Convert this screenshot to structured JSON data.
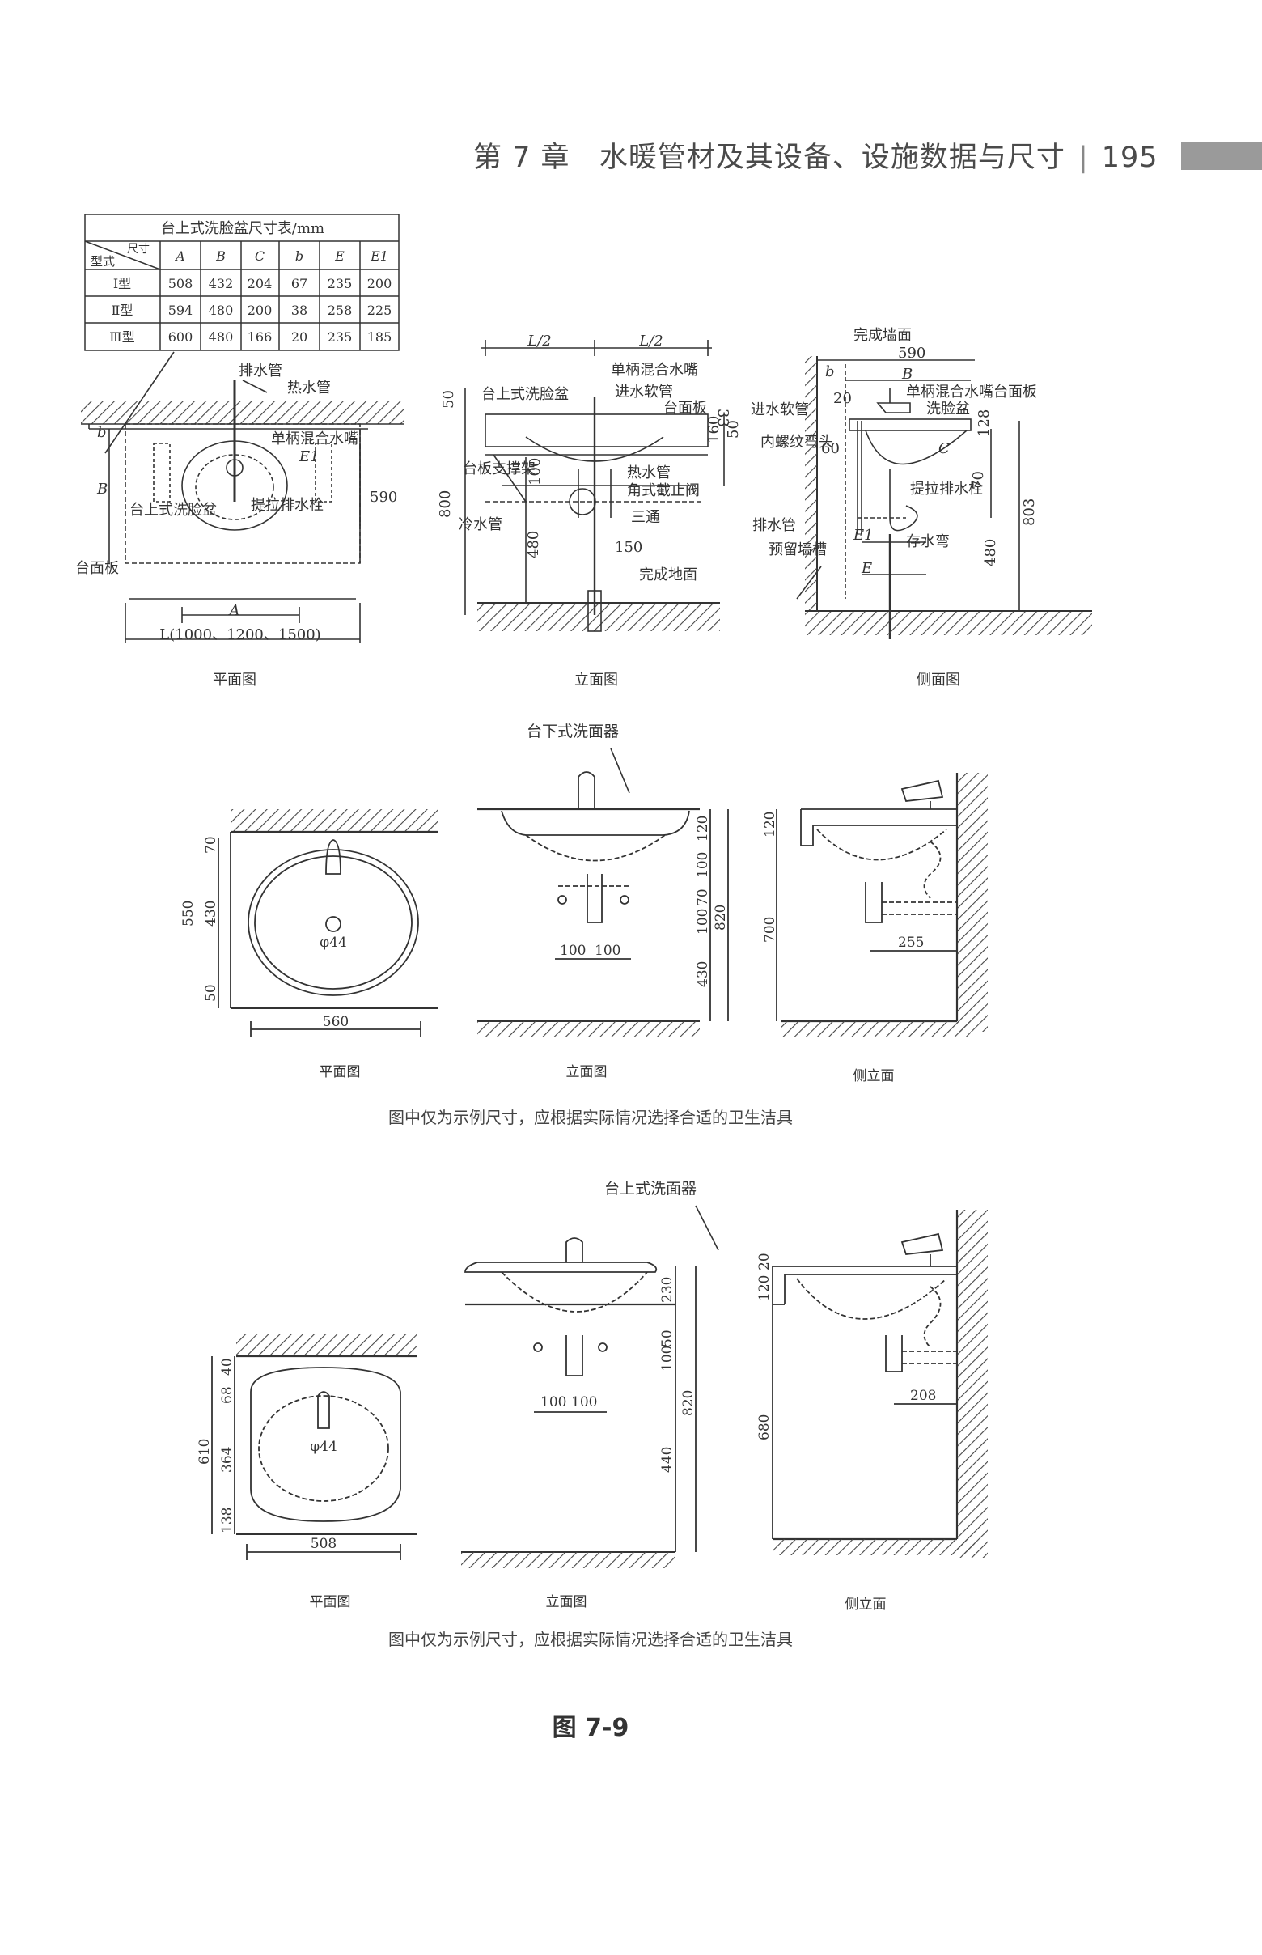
{
  "header": {
    "chapter": "第 7 章",
    "title": "水暖管材及其设备、设施数据与尺寸",
    "page": "195"
  },
  "table": {
    "title": "台上式洗脸盆尺寸表/mm",
    "corner_top": "尺寸",
    "corner_bottom": "型式",
    "columns": [
      "A",
      "B",
      "C",
      "b",
      "E",
      "E1"
    ],
    "rows": [
      {
        "type": "Ⅰ型",
        "values": [
          "508",
          "432",
          "204",
          "67",
          "235",
          "200"
        ]
      },
      {
        "type": "Ⅱ型",
        "values": [
          "594",
          "480",
          "200",
          "38",
          "258",
          "225"
        ]
      },
      {
        "type": "Ⅲ型",
        "values": [
          "600",
          "480",
          "166",
          "20",
          "235",
          "185"
        ]
      }
    ]
  },
  "fig1": {
    "plan": {
      "drain": "排水管",
      "hot": "热水管",
      "faucet": "单柄混合水嘴",
      "basin": "台上式洗脸盆",
      "plug": "提拉排水栓",
      "counter": "台面板",
      "dim_b": "b",
      "dim_B": "B",
      "dim_E1": "E1",
      "dim_590": "590",
      "dim_A": "A",
      "dim_L": "L(1000、1200、1500)",
      "caption": "平面图"
    },
    "elev": {
      "half1": "L/2",
      "half2": "L/2",
      "faucet": "单柄混合水嘴",
      "basin": "台上式洗脸盆",
      "hose": "进水软管",
      "counter": "台面板",
      "bracket": "台板支撑架",
      "hot": "热水管",
      "valve": "角式截止阀",
      "cold": "冷水管",
      "tee": "三通",
      "floor": "完成地面",
      "d50": "50",
      "d100": "100",
      "d800": "800",
      "d480": "480",
      "d150": "150",
      "d33": "33",
      "d160": "160",
      "d50b": "50",
      "caption": "立面图"
    },
    "side": {
      "wall": "完成墙面",
      "d590": "590",
      "b": "b",
      "B": "B",
      "faucet": "单柄混合水嘴台面板",
      "basin": "洗脸盆",
      "hose": "进水软管",
      "elbow": "内螺纹弯头",
      "plug": "提拉排水栓",
      "drain": "排水管",
      "trap": "存水弯",
      "groove": "预留墙槽",
      "E1": "E1",
      "E": "E",
      "C": "C",
      "d20": "20",
      "d60": "60",
      "d128": "128",
      "d70": "70",
      "d480": "480",
      "d803": "803",
      "caption": "侧面图"
    }
  },
  "fig2": {
    "label": "台下式洗面器",
    "plan": {
      "d70": "70",
      "d430": "430",
      "d550": "550",
      "d50": "50",
      "d560": "560",
      "phi": "φ44",
      "caption": "平面图"
    },
    "elev": {
      "d120": "120",
      "d100": "100",
      "d70": "70",
      "d100b": "100",
      "d820": "820",
      "d430": "430",
      "w1": "100",
      "w2": "100",
      "caption": "立面图"
    },
    "side": {
      "d120": "120",
      "d700": "700",
      "d255": "255",
      "caption": "侧立面"
    },
    "note": "图中仅为示例尺寸，应根据实际情况选择合适的卫生洁具"
  },
  "fig3": {
    "label": "台上式洗面器",
    "plan": {
      "d40": "40",
      "d68": "68",
      "d364": "364",
      "d610": "610",
      "d138": "138",
      "d508": "508",
      "phi": "φ44",
      "caption": "平面图"
    },
    "elev": {
      "d230": "230",
      "d50": "50",
      "d100": "100",
      "d820": "820",
      "d440": "440",
      "w1": "100",
      "w2": "100",
      "caption": "立面图"
    },
    "side": {
      "d20": "20",
      "d120": "120",
      "d680": "680",
      "d208": "208",
      "caption": "侧立面"
    },
    "note": "图中仅为示例尺寸，应根据实际情况选择合适的卫生洁具"
  },
  "figure_caption": "图 7-9"
}
